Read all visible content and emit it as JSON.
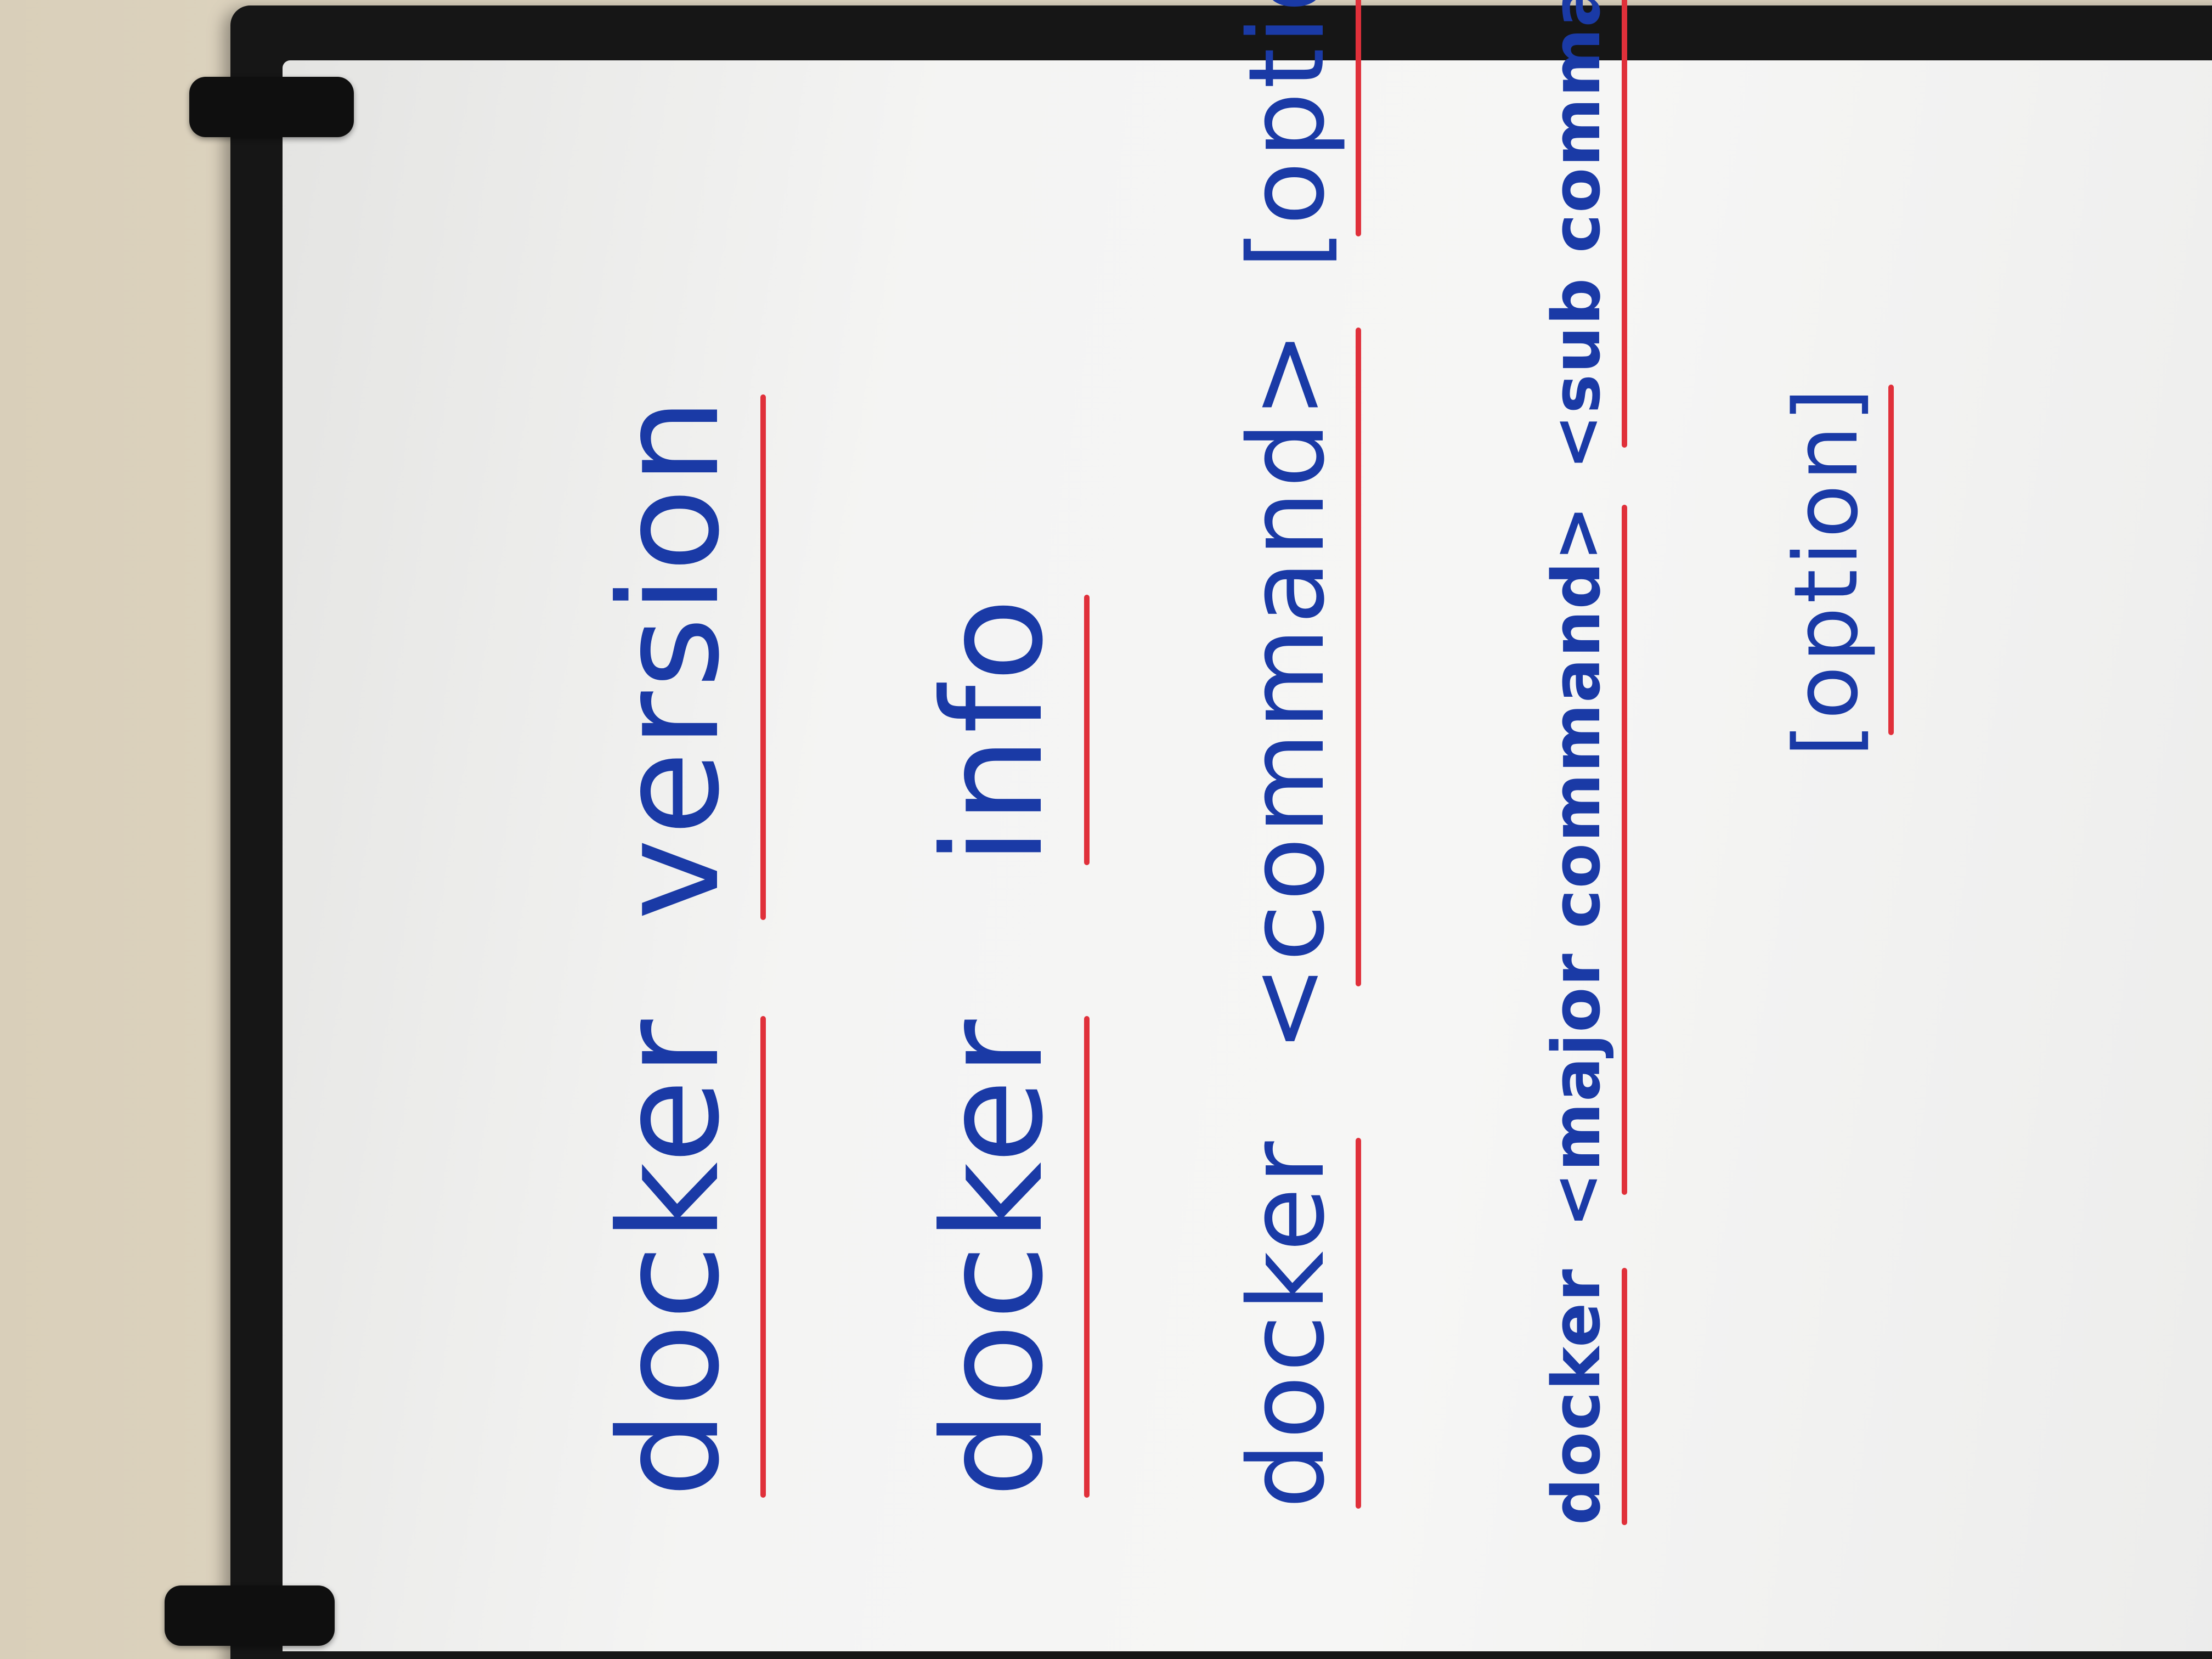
{
  "whiteboard": {
    "lines": [
      {
        "words": [
          "docker",
          "version"
        ]
      },
      {
        "words": [
          "docker",
          "info"
        ]
      },
      {
        "words": [
          "docker",
          "<command>",
          "[options]"
        ]
      },
      {
        "words": [
          "docker",
          "<major command>",
          "<sub command>"
        ]
      },
      {
        "words": [
          "[option]"
        ]
      }
    ]
  },
  "colors": {
    "ink_blue": "#1a3aa6",
    "ink_red": "#e0303a",
    "ink_black": "#141414",
    "frame": "#161616",
    "board": "#f4f4f3"
  }
}
